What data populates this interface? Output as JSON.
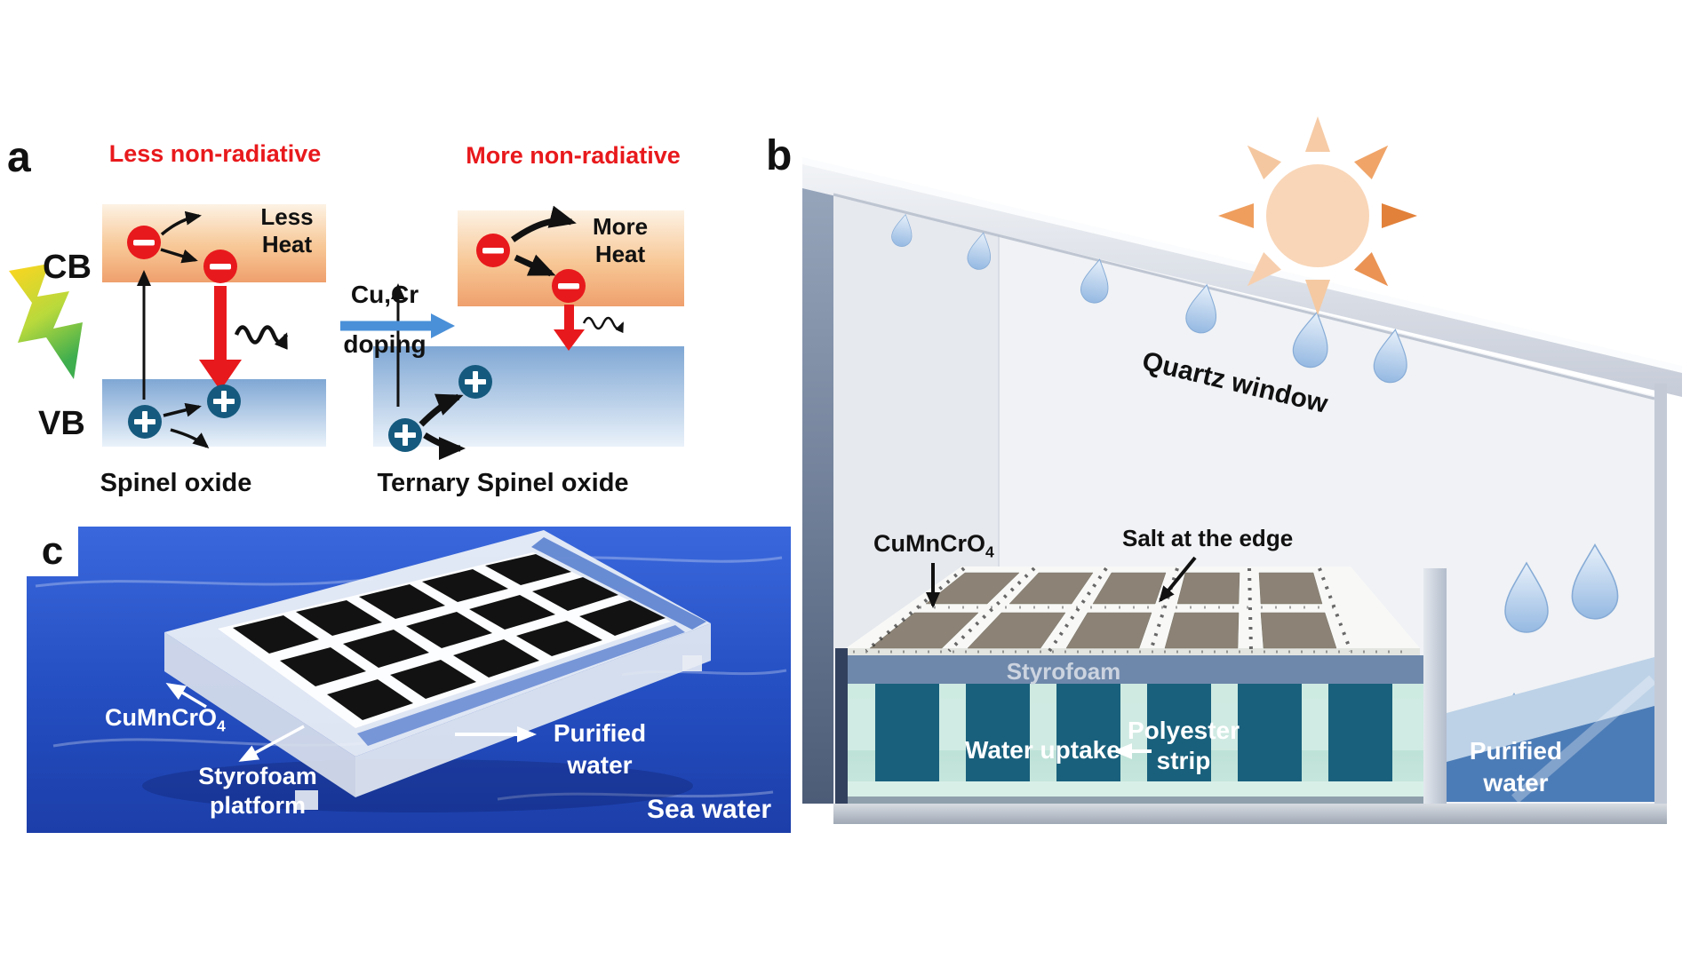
{
  "figure": {
    "panels": {
      "a": {
        "label": "a",
        "title_left": "Less non-radiative",
        "title_right": "More non-radiative",
        "cb_label": "CB",
        "vb_label": "VB",
        "heat_left_line1": "Less",
        "heat_left_line2": "Heat",
        "heat_right_line1": "More",
        "heat_right_line2": "Heat",
        "doping_line1": "Cu,Cr",
        "doping_line2": "doping",
        "caption_left": "Spinel oxide",
        "caption_right": "Ternary Spinel oxide"
      },
      "b": {
        "label": "b",
        "quartz_window": "Quartz window",
        "absorber_formula": "CuMnCrO",
        "absorber_subscript": "4",
        "salt_label": "Salt at the edge",
        "styrofoam_label": "Styrofoam",
        "water_uptake_label": "Water uptake",
        "polyester_line1": "Polyester",
        "polyester_line2": "strip",
        "purified_line1": "Purified",
        "purified_line2": "water"
      },
      "c": {
        "label": "c",
        "absorber_formula": "CuMnCrO",
        "absorber_subscript": "4",
        "platform_line1": "Styrofoam",
        "platform_line2": "platform",
        "purified_line1": "Purified",
        "purified_line2": "water",
        "sea_label": "Sea water"
      }
    },
    "colors": {
      "red_accent": "#e8191c",
      "hole_teal": "#155a7e",
      "doping_arrow_blue": "#4a90d8",
      "sea_blue": "#2b58cf",
      "pillar_teal": "#19607c",
      "styrofoam_blue_gray": "#6e88ab"
    }
  }
}
